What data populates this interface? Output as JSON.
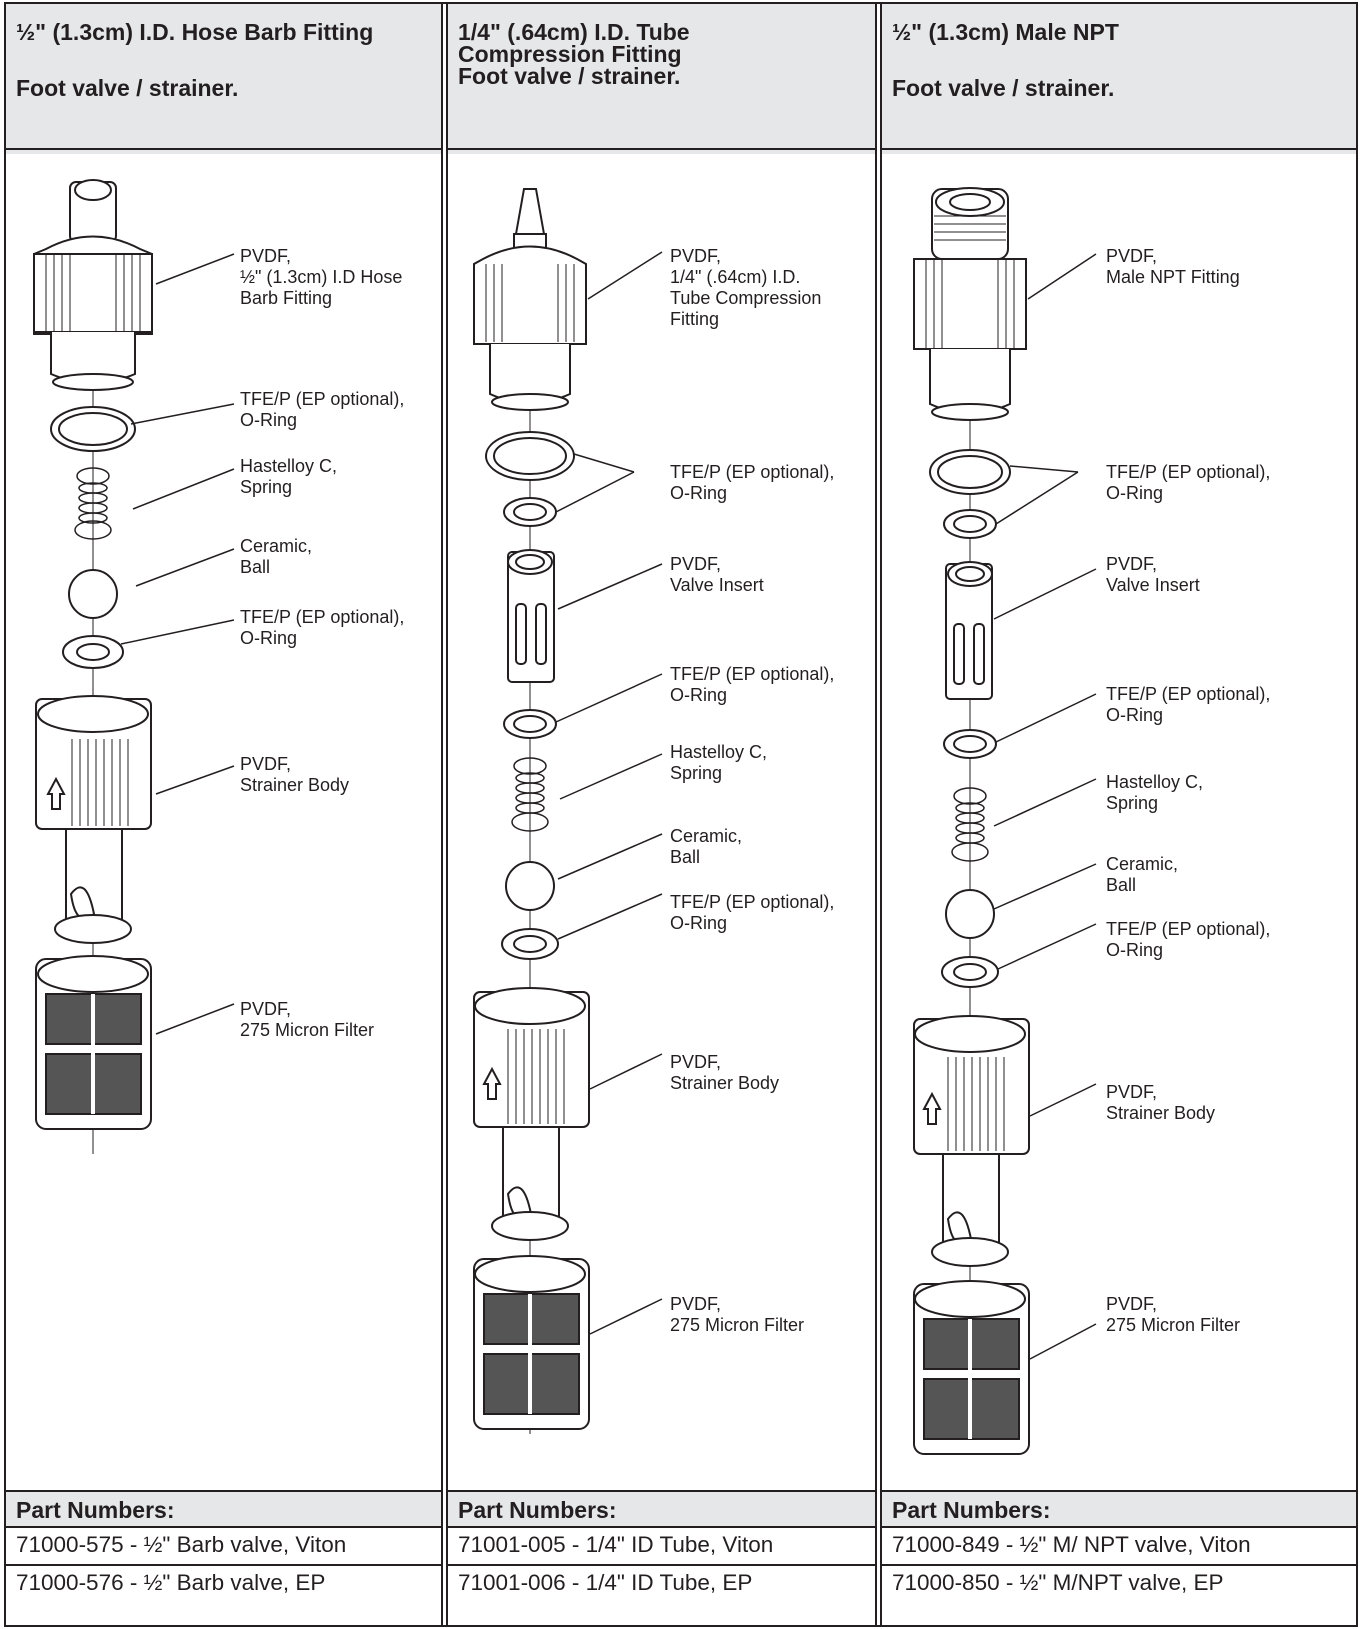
{
  "columns": [
    {
      "title_line1": "½\" (1.3cm) I.D. Hose Barb Fitting",
      "title_line2": "",
      "title_line3": "Foot valve / strainer.",
      "parts": [
        {
          "material": "PVDF,",
          "name": "½\" (1.3cm) I.D Hose",
          "name2": "Barb Fitting"
        },
        {
          "material": "TFE/P (EP optional),",
          "name": "O-Ring"
        },
        {
          "material": "Hastelloy C,",
          "name": "Spring"
        },
        {
          "material": "Ceramic,",
          "name": "Ball"
        },
        {
          "material": "TFE/P (EP optional),",
          "name": "O-Ring"
        },
        {
          "material": "PVDF,",
          "name": "Strainer Body"
        },
        {
          "material": "PVDF,",
          "name": "275 Micron Filter"
        }
      ],
      "part_numbers_heading": "Part Numbers:",
      "part_numbers": [
        "71000-575 - ½\" Barb valve, Viton",
        "71000-576 - ½\" Barb valve, EP"
      ]
    },
    {
      "title_line1": "1/4\" (.64cm) I.D. Tube",
      "title_line2": "Compression Fitting",
      "title_line3": "Foot valve / strainer.",
      "parts": [
        {
          "material": "PVDF,",
          "name": "1/4\" (.64cm) I.D.",
          "name2": "Tube Compression",
          "name3": "Fitting"
        },
        {
          "material": "TFE/P (EP optional),",
          "name": "O-Ring"
        },
        {
          "material": "PVDF,",
          "name": "Valve Insert"
        },
        {
          "material": "TFE/P (EP optional),",
          "name": "O-Ring"
        },
        {
          "material": "Hastelloy C,",
          "name": "Spring"
        },
        {
          "material": "Ceramic,",
          "name": "Ball"
        },
        {
          "material": "TFE/P (EP optional),",
          "name": "O-Ring"
        },
        {
          "material": "PVDF,",
          "name": "Strainer Body"
        },
        {
          "material": "PVDF,",
          "name": "275 Micron Filter"
        }
      ],
      "part_numbers_heading": "Part Numbers:",
      "part_numbers": [
        "71001-005 - 1/4\" ID Tube, Viton",
        "71001-006 - 1/4\" ID Tube, EP"
      ]
    },
    {
      "title_line1": "½\" (1.3cm) Male NPT",
      "title_line2": "",
      "title_line3": "Foot valve / strainer.",
      "parts": [
        {
          "material": "PVDF,",
          "name": "Male NPT Fitting"
        },
        {
          "material": "TFE/P (EP optional),",
          "name": "O-Ring"
        },
        {
          "material": "PVDF,",
          "name": "Valve Insert"
        },
        {
          "material": "TFE/P (EP optional),",
          "name": "O-Ring"
        },
        {
          "material": "Hastelloy C,",
          "name": "Spring"
        },
        {
          "material": "Ceramic,",
          "name": "Ball"
        },
        {
          "material": "TFE/P (EP optional),",
          "name": "O-Ring"
        },
        {
          "material": "PVDF,",
          "name": "Strainer Body"
        },
        {
          "material": "PVDF,",
          "name": "275 Micron Filter"
        }
      ],
      "part_numbers_heading": "Part Numbers:",
      "part_numbers": [
        "71000-849 - ½\" M/ NPT valve, Viton",
        "71000-850 - ½\" M/NPT valve, EP"
      ]
    }
  ],
  "colors": {
    "line": "#231f20",
    "header_bg": "#e6e7e8"
  }
}
